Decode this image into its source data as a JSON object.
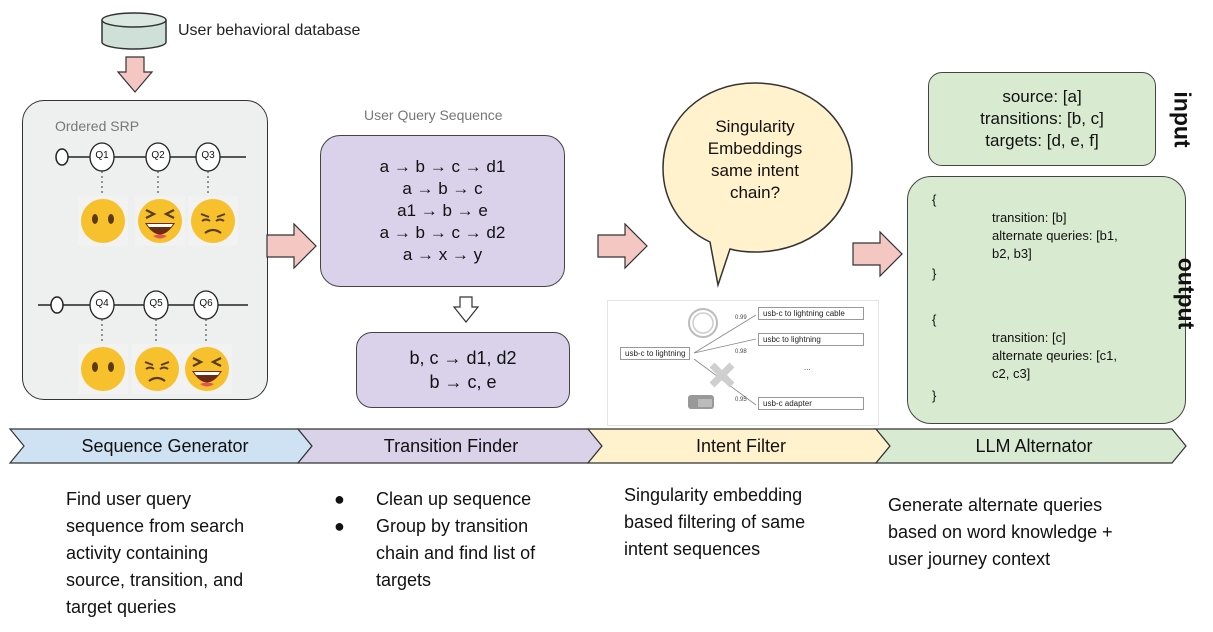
{
  "database": {
    "label": "User behavioral database"
  },
  "srp": {
    "title": "Ordered SRP",
    "queries_row1": [
      "Q1",
      "Q2",
      "Q3"
    ],
    "queries_row2": [
      "Q4",
      "Q5",
      "Q6"
    ]
  },
  "query_sequence": {
    "title": "User Query Sequence",
    "lines": [
      "a → b → c → d1",
      "a → b → c",
      "a1 → b → e",
      "a → b → c → d2",
      "a → x → y"
    ]
  },
  "transitions": {
    "lines": [
      "b, c → d1, d2",
      "b → c, e"
    ]
  },
  "bubble": {
    "text": [
      "Singularity",
      "Embeddings",
      "same intent",
      "chain?"
    ]
  },
  "embedding_example": {
    "source": "usb-c to lightning",
    "targets": [
      {
        "label": "usb-c to lightning cable",
        "score": "0.99"
      },
      {
        "label": "usbc to lightning",
        "score": "0.98"
      },
      {
        "label": "...",
        "score": ""
      },
      {
        "label": "usb-c adapter",
        "score": "0.95"
      }
    ]
  },
  "input": {
    "label": "input",
    "lines": [
      "source: [a]",
      "transitions: [b, c]",
      "targets: [d, e, f]"
    ]
  },
  "output": {
    "label": "output",
    "blocks": [
      {
        "open": "{",
        "transition": "transition: [b]",
        "alt1": "alternate queries: [b1,",
        "alt2": "b2, b3]",
        "close": "}"
      },
      {
        "open": "{",
        "transition": "transition: [c]",
        "alt1": "alternate qeuries: [c1,",
        "alt2": "c2, c3]",
        "close": "}"
      }
    ]
  },
  "stages": [
    {
      "label": "Sequence Generator",
      "color": "#cfe2f3"
    },
    {
      "label": "Transition Finder",
      "color": "#d9d2e9"
    },
    {
      "label": "Intent Filter",
      "color": "#fff2cc"
    },
    {
      "label": "LLM Alternator",
      "color": "#d9ead3"
    }
  ],
  "descriptions": {
    "sequence_generator": [
      "Find user query",
      "sequence from search",
      "activity containing",
      "source, transition, and",
      "target queries"
    ],
    "transition_finder": {
      "bullets": [
        [
          "Clean up sequence"
        ],
        [
          "Group by transition",
          "chain and find list of",
          "targets"
        ]
      ]
    },
    "intent_filter": [
      "Singularity embedding",
      "based filtering of same",
      "intent sequences"
    ],
    "llm_alternator": [
      "Generate alternate queries",
      "based on word knowledge +",
      "user journey context"
    ]
  },
  "colors": {
    "arrow_fill": "#f4c7c3",
    "panel_border": "#333333",
    "purple_box": "#d9d2ea",
    "green_box": "#d8ebd0",
    "bubble": "#fff2cc"
  }
}
